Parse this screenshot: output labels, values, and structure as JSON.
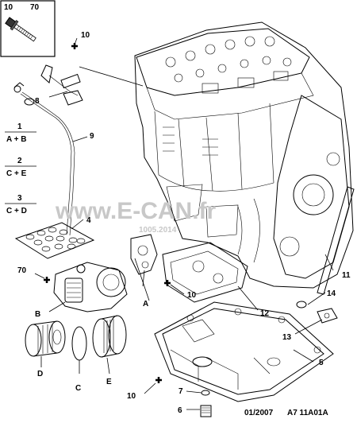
{
  "inset_box": {
    "qty_left": "10",
    "qty_right": "70"
  },
  "legend": [
    {
      "num": "1",
      "formula": "A + B"
    },
    {
      "num": "2",
      "formula": "C + E"
    },
    {
      "num": "3",
      "formula": "C + D"
    }
  ],
  "callouts": {
    "p10_top": "10",
    "p8": "8",
    "p9": "9",
    "p4": "4",
    "p70": "70",
    "pB": "B",
    "pA": "A",
    "p10_mid": "10",
    "p12": "12",
    "p11": "11",
    "p14": "14",
    "p13": "13",
    "p5": "5",
    "pD": "D",
    "pC": "C",
    "pE": "E",
    "p10_bot": "10",
    "p7": "7",
    "p6": "6"
  },
  "watermark": {
    "main": "www.E-CAN.fr",
    "sub": "1005.2014"
  },
  "footer": {
    "date": "01/2007",
    "ref": "A7 11A01A"
  }
}
